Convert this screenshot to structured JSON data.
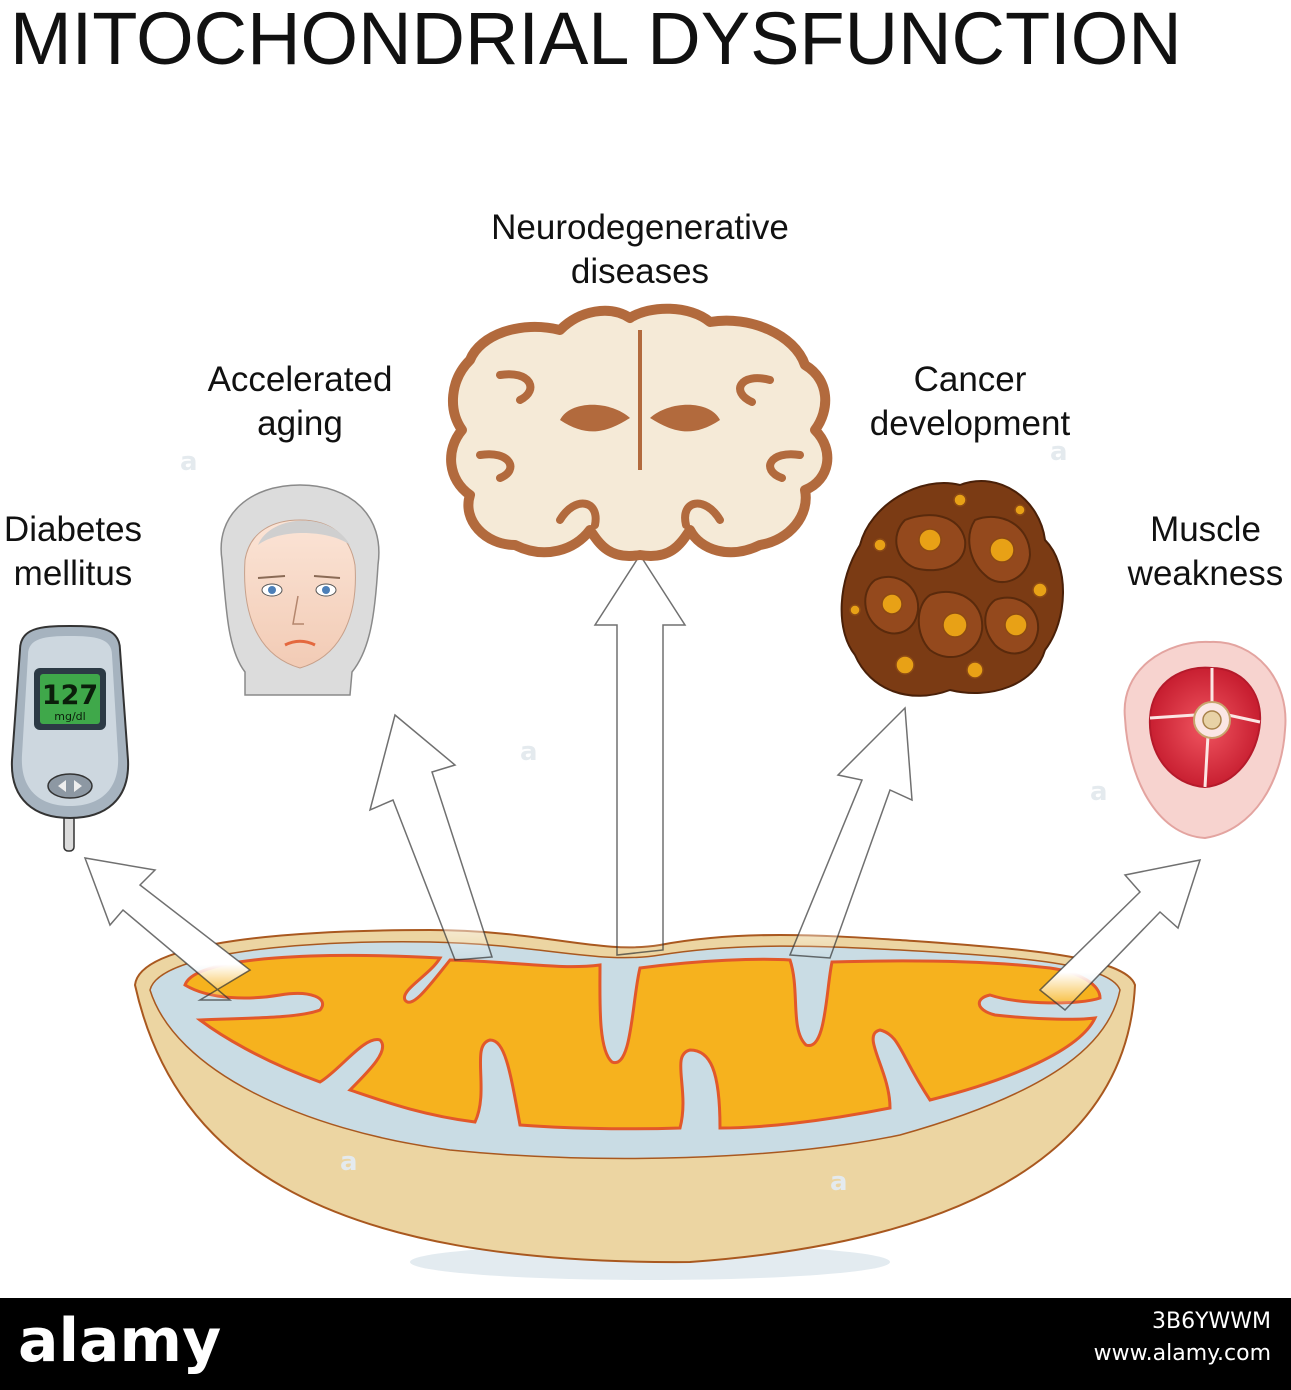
{
  "title": "MITOCHONDRIAL DYSFUNCTION",
  "labels": {
    "neuro": [
      "Neurodegenerative",
      "diseases"
    ],
    "aging": [
      "Accelerated",
      "aging"
    ],
    "cancer": [
      "Cancer",
      "development"
    ],
    "diabetes": [
      "Diabetes",
      "mellitus"
    ],
    "muscle": [
      "Muscle",
      "weakness"
    ]
  },
  "glucose_meter": {
    "value": "127",
    "unit": "mg/dl"
  },
  "footer": {
    "logo": "alamy",
    "image_id": "3B6YWWM",
    "site": "www.alamy.com"
  },
  "icons": [
    "glucose-meter-icon",
    "elderly-face-icon",
    "brain-section-icon",
    "tumor-icon",
    "muscle-cross-section-icon",
    "mitochondrion-icon"
  ],
  "colors": {
    "matrix": "#f6b21e",
    "outer_membrane": "#ecd5a2",
    "intermembrane": "#c9dce4",
    "brain_tissue": "#f5ead7",
    "brain_cortex": "#b26a3d",
    "tumor": "#7b3b14",
    "tumor_spots": "#e8a116",
    "muscle_outer": "#f7d3cf",
    "muscle_inner": "#d6283a"
  }
}
